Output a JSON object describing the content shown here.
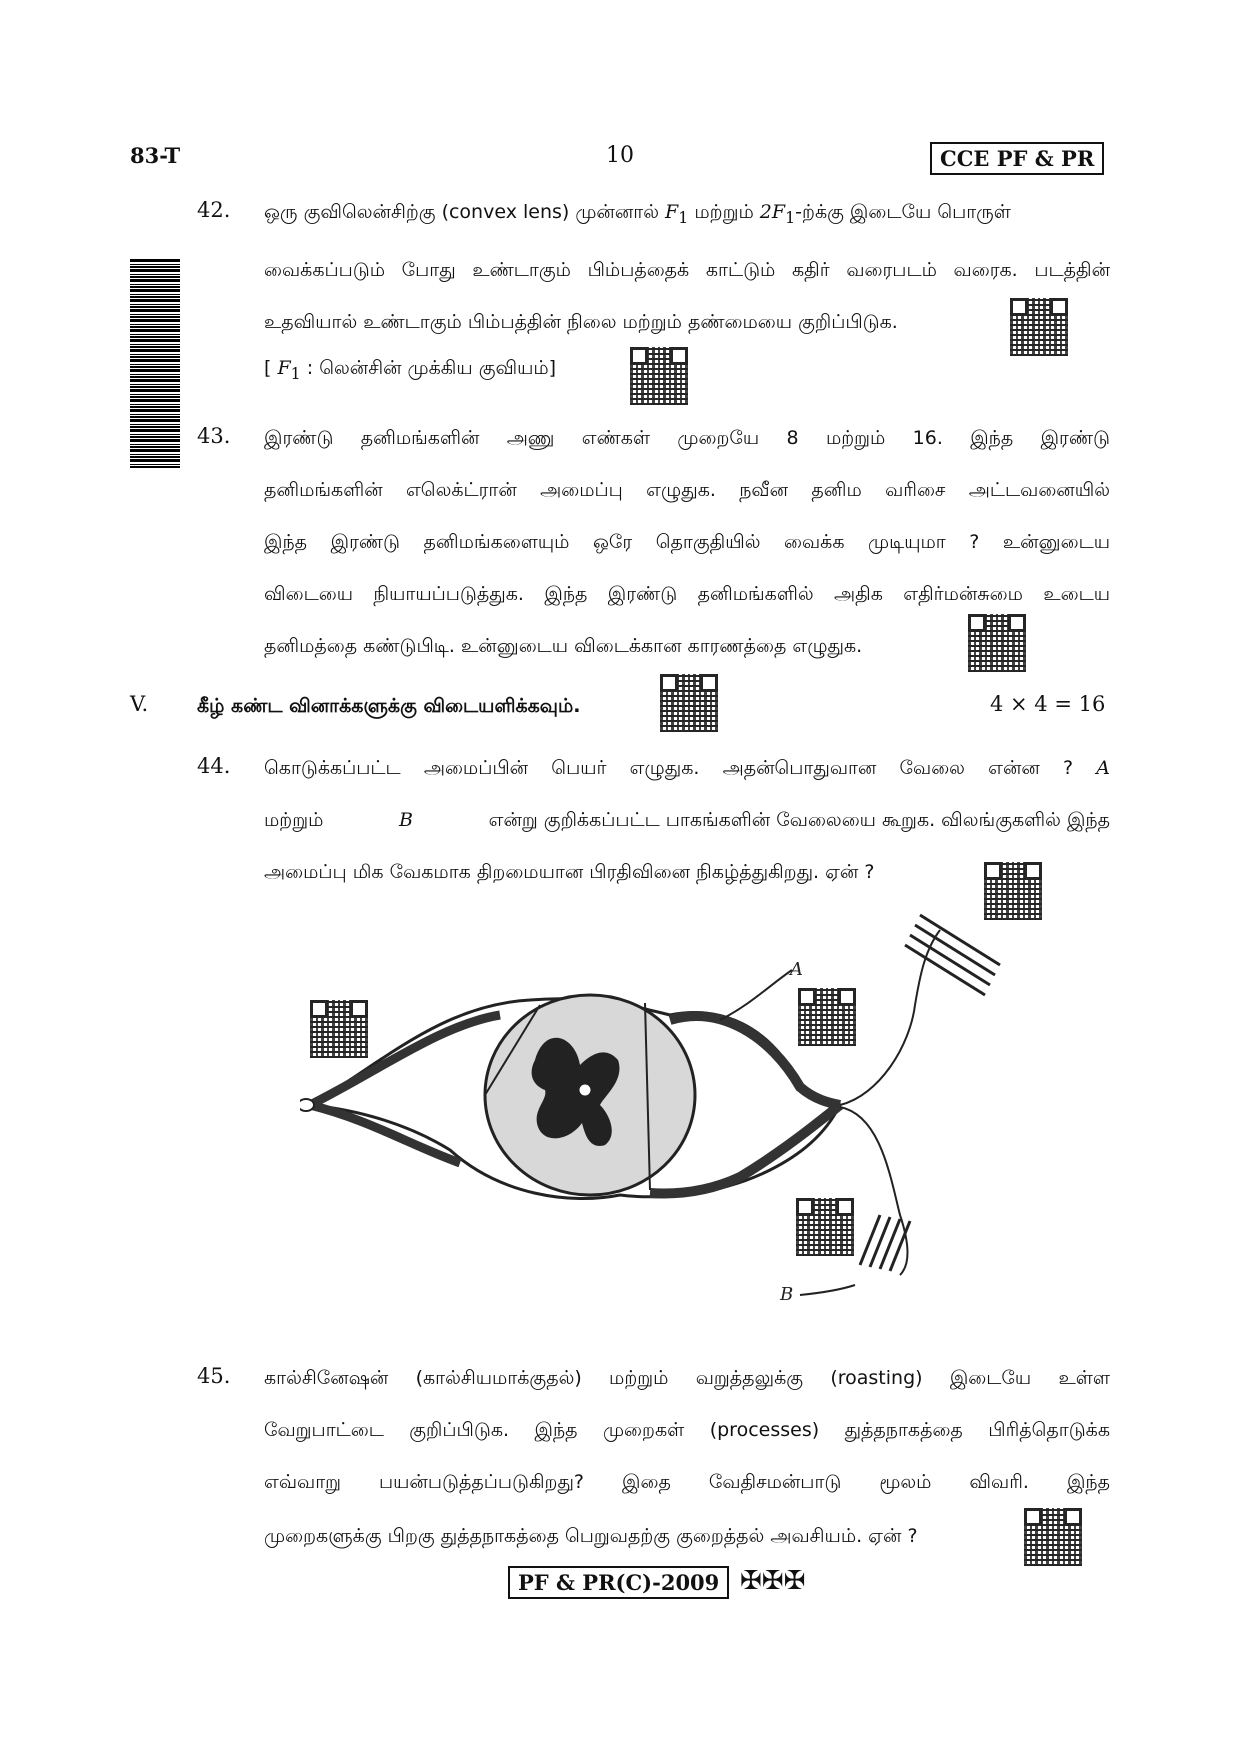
{
  "header": {
    "code": "83-T",
    "page_number": "10",
    "subject_box": "CCE PF & PR"
  },
  "q42": {
    "number": "42.",
    "line1_a": "ஒரு குவிலென்சிற்கு (convex lens) முன்னால்",
    "f1": "F",
    "sub1": "1",
    "line1_b": "மற்றும்",
    "twof1": "2F",
    "line1_c": "-ற்க்கு இடையே பொருள்",
    "line2": "வைக்கப்படும் போது உண்டாகும் பிம்பத்தைக் காட்டும் கதிர் வரைபடம் வரைக. படத்தின்",
    "line3": "உதவியால் உண்டாகும் பிம்பத்தின் நிலை மற்றும் தண்மையை குறிப்பிடுக.",
    "note_open": "[",
    "note_f": "F",
    "note_sub": "1",
    "note_text": ": லென்சின் முக்கிய குவியம்]"
  },
  "q43": {
    "number": "43.",
    "line1": "இரண்டு தனிமங்களின் அணு எண்கள் முறையே 8 மற்றும் 16. இந்த இரண்டு",
    "line2": "தனிமங்களின் எலெக்ட்ரான் அமைப்பு எழுதுக. நவீன தனிம வரிசை அட்டவனையில்",
    "line3": "இந்த இரண்டு தனிமங்களையும் ஒரே தொகுதியில் வைக்க முடியுமா ? உன்னுடைய",
    "line4": "விடையை நியாயப்படுத்துக. இந்த இரண்டு தனிமங்களில் அதிக எதிர்மன்சுமை உடைய",
    "line5": "தனிமத்தை கண்டுபிடி. உன்னுடைய விடைக்கான காரணத்தை எழுதுக."
  },
  "section_v": {
    "numeral": "V.",
    "instruction": "கீழ் கண்ட வினாக்களுக்கு விடையளிக்கவும்.",
    "marks": "4 × 4 = 16"
  },
  "q44": {
    "number": "44.",
    "line1": "கொடுக்கப்பட்ட அமைப்பின் பெயர் எழுதுக. அதன்பொதுவான வேலை என்ன ?",
    "line1_var": "A",
    "line2_a": "மற்றும்",
    "line2_var": "B",
    "line2_b": "என்று குறிக்கப்பட்ட பாகங்களின் வேலையை கூறுக. விலங்குகளில் இந்த",
    "line3": "அமைப்பு மிக வேகமாக திறமையான பிரதிவினை நிகழ்த்துகிறது. ஏன் ?",
    "label_a": "A",
    "label_b": "B"
  },
  "q45": {
    "number": "45.",
    "line1": "கால்சினேஷன் (கால்சியமாக்குதல்) மற்றும் வறுத்தலுக்கு (roasting) இடையே உள்ள",
    "line2": "வேறுபாட்டை குறிப்பிடுக. இந்த முறைகள் (processes) துத்தநாகத்தை பிரித்தொடுக்க",
    "line3": "எவ்வாறு பயன்படுத்தப்படுகிறது? இதை வேதிசமன்பாடு மூலம் விவரி. இந்த",
    "line4": "முறைகளுக்கு பிறகு துத்தநாகத்தை பெறுவதற்கு குறைத்தல் அவசியம். ஏன் ?"
  },
  "footer": {
    "code_box": "PF & PR(C)-2009",
    "ornament": "✠✠✠"
  }
}
